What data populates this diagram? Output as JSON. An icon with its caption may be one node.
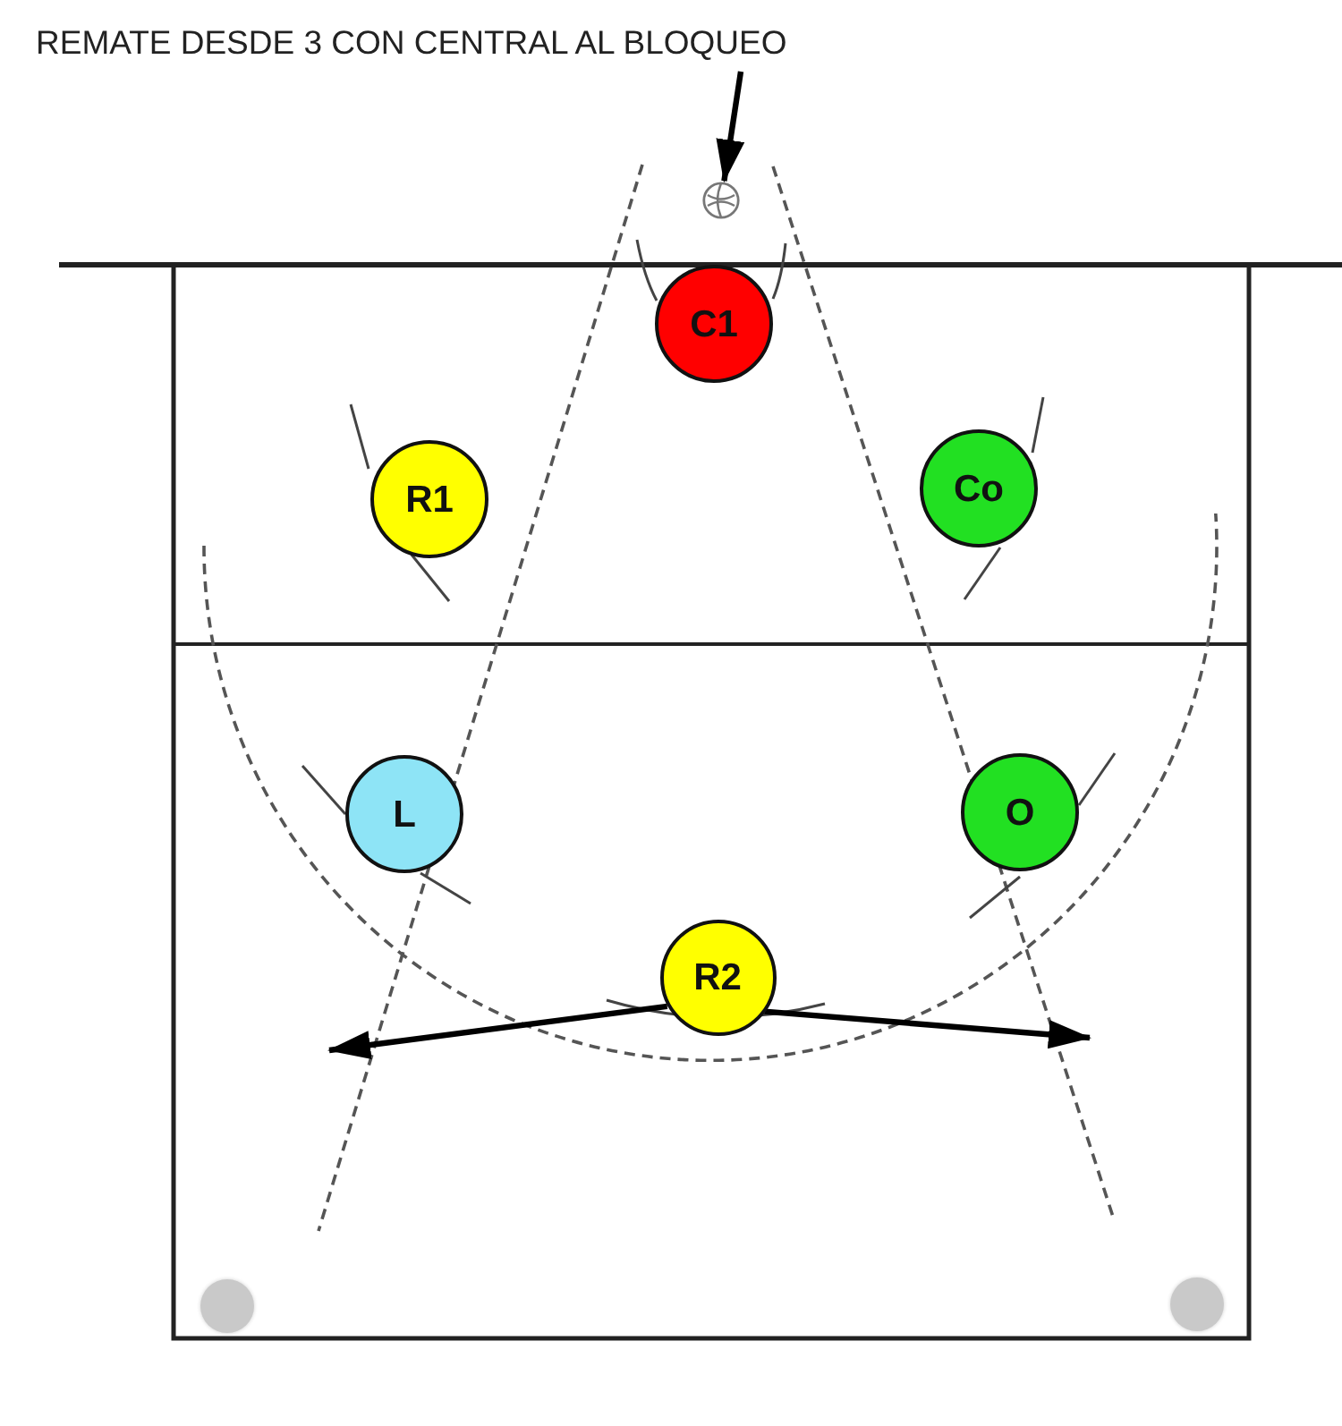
{
  "diagram": {
    "title": "REMATE DESDE 3 CON CENTRAL AL BLOQUEO",
    "nodes": [
      {
        "text": [],
        "shape": "picture"
      },
      {
        "text": [
          "C1"
        ]
      },
      {
        "text": [
          "R1"
        ]
      },
      {
        "text": [
          "Co"
        ]
      },
      {
        "text": [
          "L"
        ]
      },
      {
        "text": [
          "O"
        ]
      },
      {
        "text": [
          "R2"
        ]
      },
      {
        "text": [],
        "shape": "circle"
      },
      {
        "text": [],
        "shape": "circle"
      }
    ],
    "edges": [
      {
        "from": null,
        "to": 0,
        "arrow": "to"
      },
      {
        "from": 6,
        "to": null,
        "arrow": "to"
      },
      {
        "from": 6,
        "to": null,
        "arrow": "to"
      }
    ]
  }
}
